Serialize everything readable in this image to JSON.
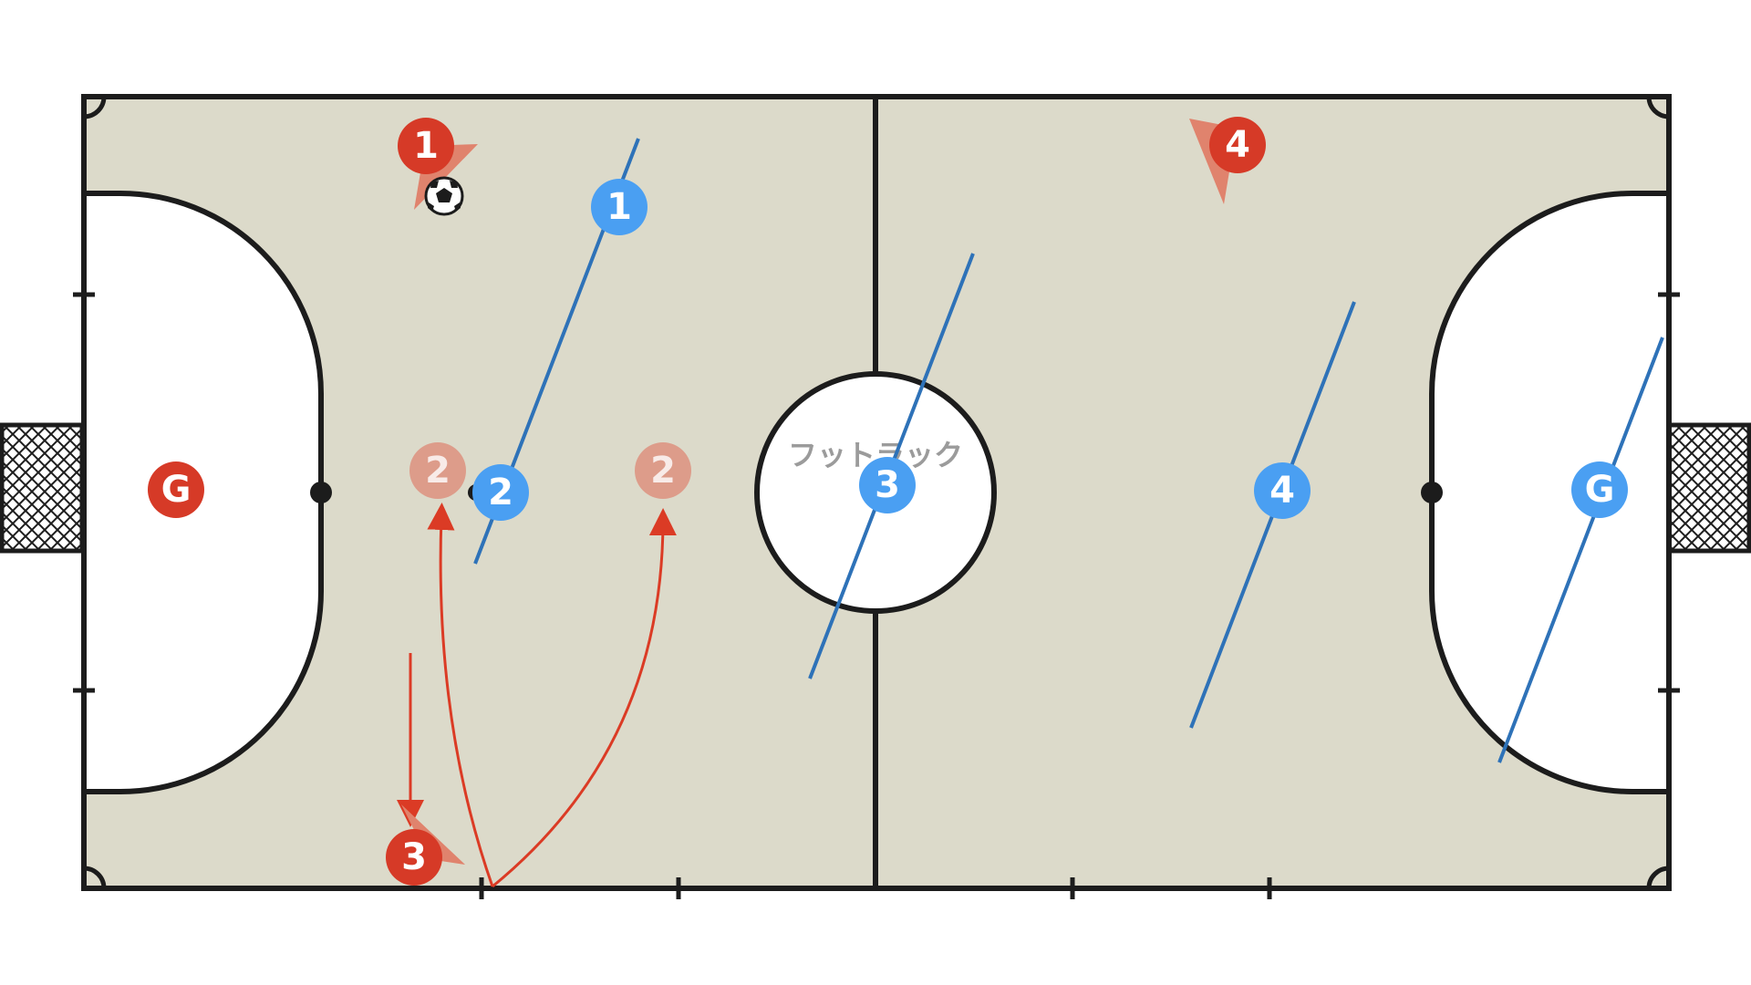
{
  "watermark": "フットラック",
  "colors": {
    "court_fill": "#dcdaca",
    "area_fill": "#ffffff",
    "line": "#1c1c1c",
    "red_team": "#d63a27",
    "red_ghost": "#dd9c8a",
    "red_facing": "#e0836d",
    "blue_team": "#4a9ff2",
    "blue_line": "#2e72b8",
    "arrow": "#db3b25"
  },
  "red_players": [
    {
      "id": "red-goalkeeper",
      "label": "G"
    },
    {
      "id": "red-player-1",
      "label": "1"
    },
    {
      "id": "red-player-2-ghost-a",
      "label": "2"
    },
    {
      "id": "red-player-2-ghost-b",
      "label": "2"
    },
    {
      "id": "red-player-3",
      "label": "3"
    },
    {
      "id": "red-player-4",
      "label": "4"
    }
  ],
  "blue_players": [
    {
      "id": "blue-player-1",
      "label": "1"
    },
    {
      "id": "blue-player-2",
      "label": "2"
    },
    {
      "id": "blue-player-3",
      "label": "3"
    },
    {
      "id": "blue-player-4",
      "label": "4"
    },
    {
      "id": "blue-goalkeeper",
      "label": "G"
    }
  ],
  "ball": {
    "icon": "soccer-ball-icon"
  }
}
